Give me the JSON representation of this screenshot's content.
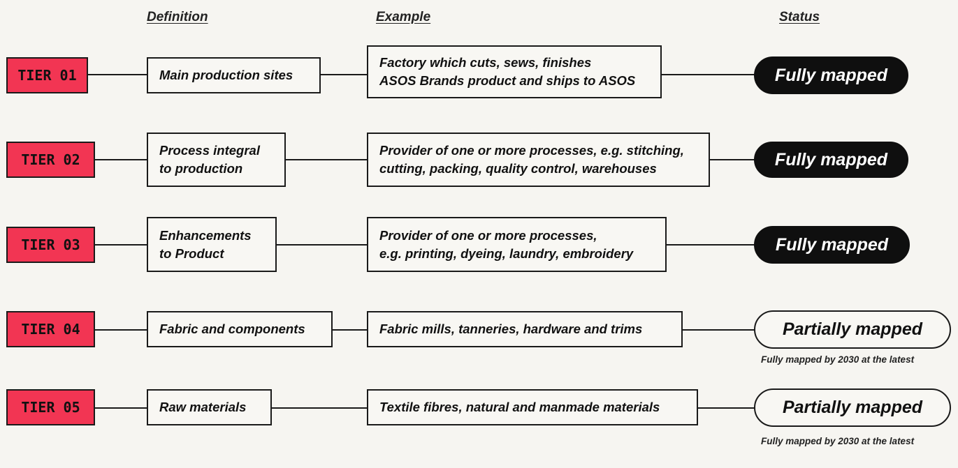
{
  "headers": {
    "definition": "Definition",
    "example": "Example",
    "status": "Status"
  },
  "tiers": [
    {
      "tier": "TIER 01",
      "definition": [
        "Main production sites"
      ],
      "example": [
        "Factory which cuts, sews, finishes",
        "ASOS Brands product and ships to ASOS"
      ],
      "status": "Fully mapped",
      "status_type": "full",
      "note": ""
    },
    {
      "tier": "TIER 02",
      "definition": [
        "Process integral",
        "to production"
      ],
      "example": [
        "Provider of one or more processes, e.g. stitching,",
        "cutting, packing, quality control, warehouses"
      ],
      "status": "Fully mapped",
      "status_type": "full",
      "note": ""
    },
    {
      "tier": "TIER 03",
      "definition": [
        "Enhancements",
        "to Product"
      ],
      "example": [
        "Provider of one or more processes,",
        "e.g. printing, dyeing, laundry, embroidery"
      ],
      "status": "Fully mapped",
      "status_type": "full",
      "note": ""
    },
    {
      "tier": "TIER 04",
      "definition": [
        "Fabric and components"
      ],
      "example": [
        "Fabric mills, tanneries, hardware and trims"
      ],
      "status": "Partially mapped",
      "status_type": "partial",
      "note": "Fully mapped by 2030 at the latest"
    },
    {
      "tier": "TIER 05",
      "definition": [
        "Raw materials"
      ],
      "example": [
        "Textile fibres, natural and manmade materials"
      ],
      "status": "Partially mapped",
      "status_type": "partial",
      "note": "Fully mapped by 2030 at the latest"
    }
  ],
  "colors": {
    "tier_fill": "#f23553",
    "full_fill": "#0f0f0f",
    "background": "#f6f5f1"
  }
}
